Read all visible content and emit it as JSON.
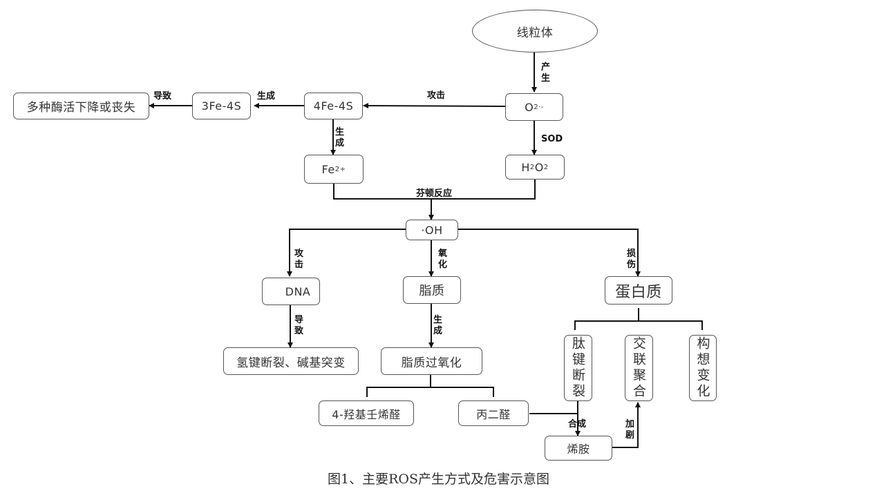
{
  "nodes": {
    "mitochondria": "线粒体",
    "superoxide": {
      "base": "O",
      "sub": "2",
      "sup": "·-"
    },
    "fe4s4": "4Fe-4S",
    "fe3s4": "3Fe-4S",
    "enzyme_loss": "多种酶活下降或丧失",
    "fe2": {
      "base": "Fe",
      "sup": "2+"
    },
    "h2o2": {
      "a": "H",
      "sub1": "2",
      "b": "O",
      "sub2": "2"
    },
    "hydroxyl": "·OH",
    "dna": "DNA",
    "lipid": "脂质",
    "protein": "蛋白质",
    "dna_damage": "氢键断裂、碱基突变",
    "lipid_peroxidation": "脂质过氧化",
    "hne": "4-羟基壬烯醛",
    "mda": "丙二醛",
    "peptide_break": "肽键断裂",
    "crosslink": "交联聚合",
    "conformation": "构想变化",
    "enamine": "烯胺"
  },
  "edges": {
    "produce": "产生",
    "attack_top": "攻击",
    "sod": "SOD",
    "generate_3fe": "生成",
    "lead_enzyme": "导致",
    "generate_fe2": "生成",
    "fenton": "芬顿反应",
    "attack_dna": "攻击",
    "oxidize": "氧化",
    "damage_protein": "损伤",
    "lead_dna": "导致",
    "generate_lpo": "生成",
    "synthesize": "合成",
    "aggravate": "加剧"
  },
  "caption": "图1、主要ROS产生方式及危害示意图"
}
